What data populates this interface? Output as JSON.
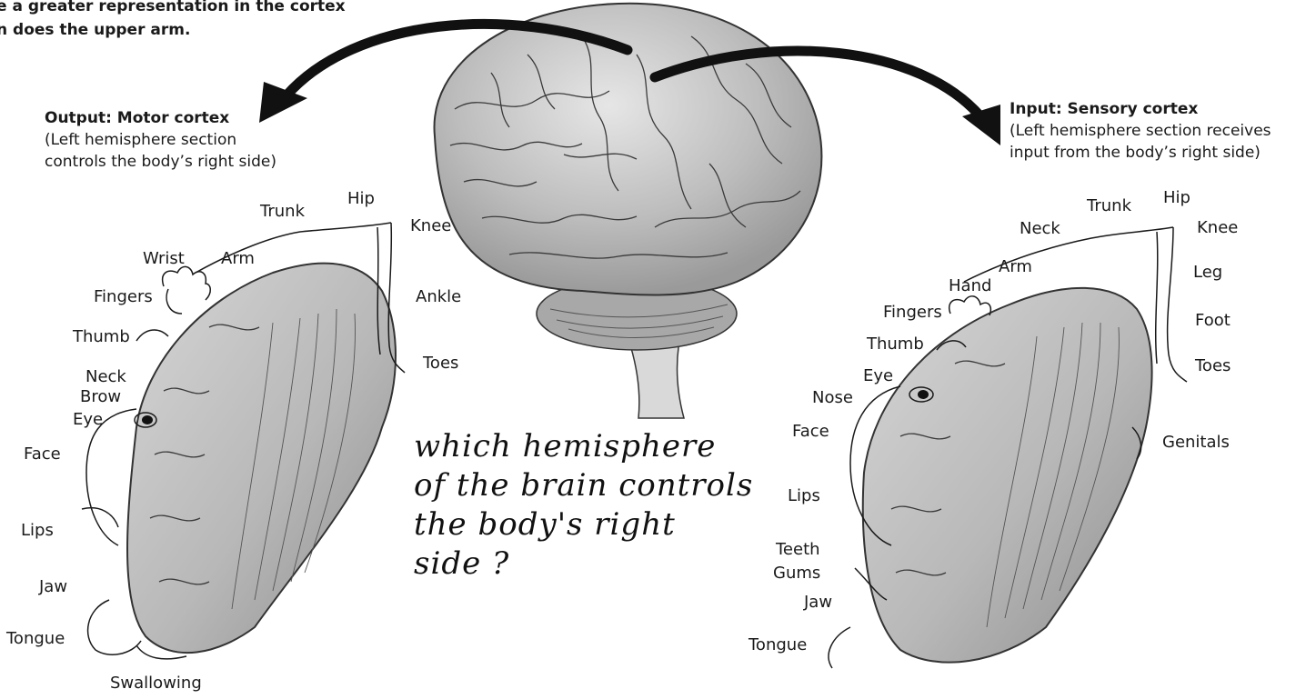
{
  "top_caption": {
    "line1": "e a greater representation in the cortex",
    "line2": "n does the upper arm."
  },
  "motor": {
    "title": "Output: Motor cortex",
    "line1": "(Left hemisphere section",
    "line2": "controls the body’s right side)",
    "labels": {
      "trunk": "Trunk",
      "hip": "Hip",
      "knee": "Knee",
      "wrist": "Wrist",
      "arm": "Arm",
      "fingers": "Fingers",
      "ankle": "Ankle",
      "thumb": "Thumb",
      "toes": "Toes",
      "neck": "Neck",
      "brow": "Brow",
      "eye": "Eye",
      "face": "Face",
      "lips": "Lips",
      "jaw": "Jaw",
      "tongue": "Tongue",
      "swallowing": "Swallowing"
    }
  },
  "sensory": {
    "title": "Input: Sensory cortex",
    "line1": "(Left hemisphere section receives",
    "line2": "input from the body’s right side)",
    "labels": {
      "trunk": "Trunk",
      "hip": "Hip",
      "neck": "Neck",
      "knee": "Knee",
      "arm": "Arm",
      "hand": "Hand",
      "leg": "Leg",
      "fingers": "Fingers",
      "foot": "Foot",
      "thumb": "Thumb",
      "eye": "Eye",
      "toes": "Toes",
      "nose": "Nose",
      "face": "Face",
      "genitals": "Genitals",
      "lips": "Lips",
      "teeth": "Teeth",
      "gums": "Gums",
      "jaw": "Jaw",
      "tongue": "Tongue"
    }
  },
  "handwritten": {
    "line1": "which hemisphere",
    "line2": "of the brain controls",
    "line3": "the body's right",
    "line4": "side ?"
  },
  "colors": {
    "cortex_fill": "#c9c9c9",
    "cortex_light": "#e9e9e9",
    "cortex_dark": "#8a8a8a",
    "ink": "#1a1a1a"
  }
}
